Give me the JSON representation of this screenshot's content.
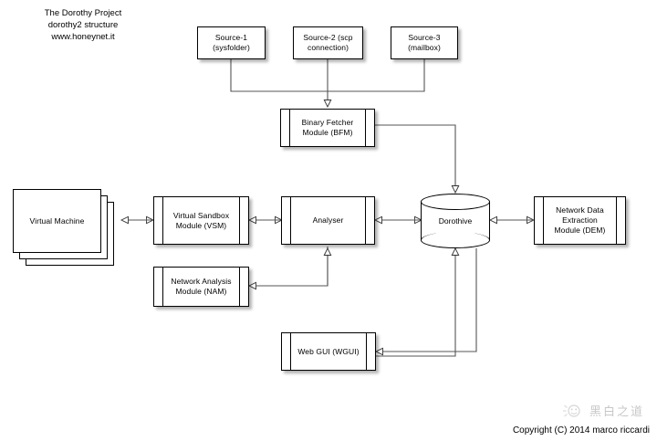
{
  "title": {
    "line1": "The Dorothy Project",
    "line2": "dorothy2 structure",
    "line3": "www.honeynet.it"
  },
  "nodes": {
    "source1": {
      "label": "Source-1\n(sysfolder)",
      "shape": "rect"
    },
    "source2": {
      "label": "Source-2 (scp\nconnection)",
      "shape": "rect"
    },
    "source3": {
      "label": "Source-3\n(mailbox)",
      "shape": "rect"
    },
    "bfm": {
      "label": "Binary Fetcher\nModule (BFM)",
      "shape": "module"
    },
    "vm": {
      "label": "Virtual Machine",
      "shape": "stack"
    },
    "vsm": {
      "label": "Virtual Sandbox\nModule (VSM)",
      "shape": "module"
    },
    "analyser": {
      "label": "Analyser",
      "shape": "module"
    },
    "dorothive": {
      "label": "Dorothive",
      "shape": "cylinder"
    },
    "dem": {
      "label": "Network Data\nExtraction\nModule (DEM)",
      "shape": "module"
    },
    "nam": {
      "label": "Network Analysis\nModule (NAM)",
      "shape": "module"
    },
    "wgui": {
      "label": "Web GUI (WGUI)",
      "shape": "module"
    }
  },
  "footer": {
    "copyright": "Copyright (C) 2014 marco riccardi",
    "watermark_text": "黑白之道"
  },
  "colors": {
    "stroke": "#000000",
    "fill": "#ffffff",
    "shadow": "rgba(0,0,0,0.30)",
    "watermark": "#9a9a9a"
  }
}
